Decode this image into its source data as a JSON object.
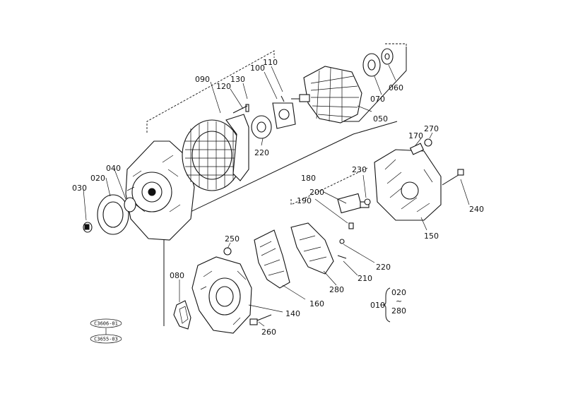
{
  "labels": {
    "p010": "010",
    "p020a": "020",
    "p030": "030",
    "p040": "040",
    "p050": "050",
    "p060": "060",
    "p070": "070",
    "p080": "080",
    "p090": "090",
    "p100": "100",
    "p110": "110",
    "p120": "120",
    "p130": "130",
    "p140": "140",
    "p150": "150",
    "p160": "160",
    "p170": "170",
    "p180": "180",
    "p190": "190",
    "p200": "200",
    "p210": "210",
    "p220a": "220",
    "p220b": "220",
    "p230": "230",
    "p240": "240",
    "p250": "250",
    "p260": "260",
    "p270": "270",
    "p280a": "280",
    "p280b": "280",
    "p020b": "020",
    "tilde": "~"
  },
  "stamps": {
    "ref_top": "C3606-01",
    "ref_bottom": "C3655-03"
  }
}
